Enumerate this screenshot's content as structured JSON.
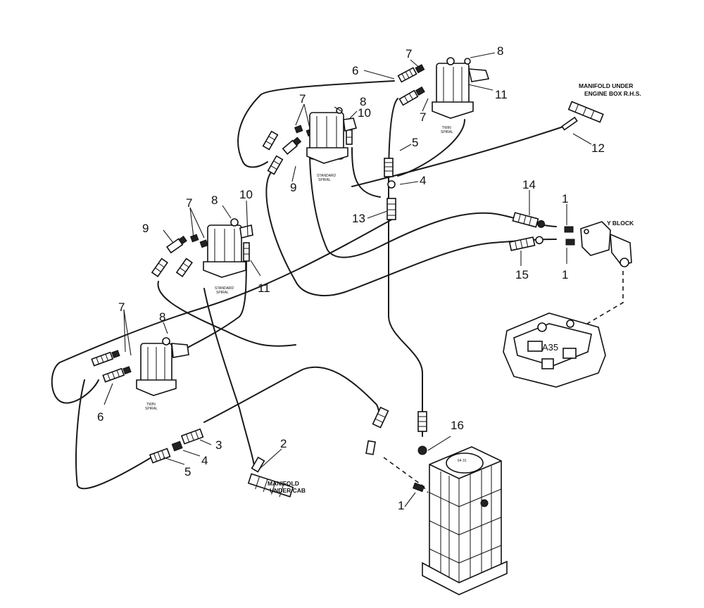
{
  "labels": {
    "manifold_engine_1": "MANIFOLD UNDER",
    "manifold_engine_2": "ENGINE BOX R.H.S.",
    "manifold_cab_1": "MANIFOLD",
    "manifold_cab_2": "UNDER CAB",
    "y_block": "Y BLOCK",
    "pump_code": "A35",
    "pump_top_text": "64 31",
    "motor_twin_1": "TWIN",
    "motor_twin_2": "SPIRAL",
    "motor_std_1": "STANDARD",
    "motor_std_2": "SPIRAL"
  },
  "callouts": {
    "c1_pump": "1",
    "c1_top": "1",
    "c1_bottom": "1",
    "c2": "2",
    "c3": "3",
    "c4_left": "4",
    "c4_mid": "4",
    "c5_left": "5",
    "c5_mid": "5",
    "c6_top": "6",
    "c6_left": "6",
    "c7_top": "7",
    "c7_tr_low": "7",
    "c7_std_top": "7",
    "c7_std_left": "7",
    "c7_twin_left": "7",
    "c8_tr": "8",
    "c8_std_top": "8",
    "c8_std_left": "8",
    "c8_twin_left": "8",
    "c9_top": "9",
    "c9_left": "9",
    "c10_top": "10",
    "c10_left": "10",
    "c11_tr": "11",
    "c11_left": "11",
    "c12": "12",
    "c13": "13",
    "c14": "14",
    "c15": "15",
    "c16": "16"
  }
}
